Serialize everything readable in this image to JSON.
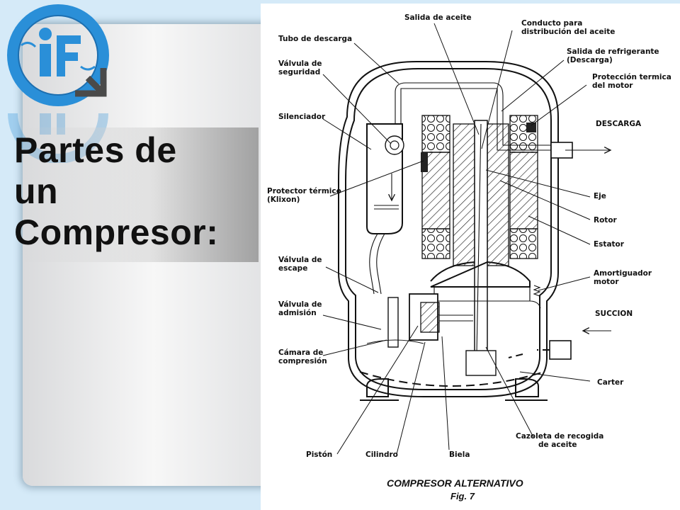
{
  "slide": {
    "title_lines": [
      "Partes de",
      "un",
      "Compresor:"
    ]
  },
  "colors": {
    "logo_blue": "#2a8fd8",
    "logo_gray": "#4a4a4a",
    "slide_background": "#d5eaf8"
  },
  "diagram": {
    "labels": {
      "salida_aceite": "Salida de aceite",
      "conducto_1": "Conducto para",
      "conducto_2": "distribución del aceite",
      "tubo_descarga": "Tubo de descarga",
      "salida_refrig_1": "Salida de refrigerante",
      "salida_refrig_2": "(Descarga)",
      "valvula_seg_1": "Válvula de",
      "valvula_seg_2": "seguridad",
      "proteccion_1": "Protección termica",
      "proteccion_2": "del motor",
      "silenciador": "Silenciador",
      "descarga": "DESCARGA",
      "protector_1": "Protector térmico",
      "protector_2": "(Klixon)",
      "eje": "Eje",
      "rotor": "Rotor",
      "estator": "Estator",
      "valvula_esc_1": "Válvula de",
      "valvula_esc_2": "escape",
      "amortiguador_1": "Amortiguador",
      "amortiguador_2": "motor",
      "valvula_adm_1": "Válvula de",
      "valvula_adm_2": "admisión",
      "succion": "SUCCION",
      "camara_1": "Cámara de",
      "camara_2": "compresión",
      "carter": "Carter",
      "cazoleta_1": "Cazoleta de recogida",
      "cazoleta_2": "de aceite",
      "piston": "Pistón",
      "cilindro": "Cilindro",
      "biela": "Biela"
    },
    "caption": {
      "title": "COMPRESOR ALTERNATIVO",
      "fig": "Fig. 7"
    }
  }
}
